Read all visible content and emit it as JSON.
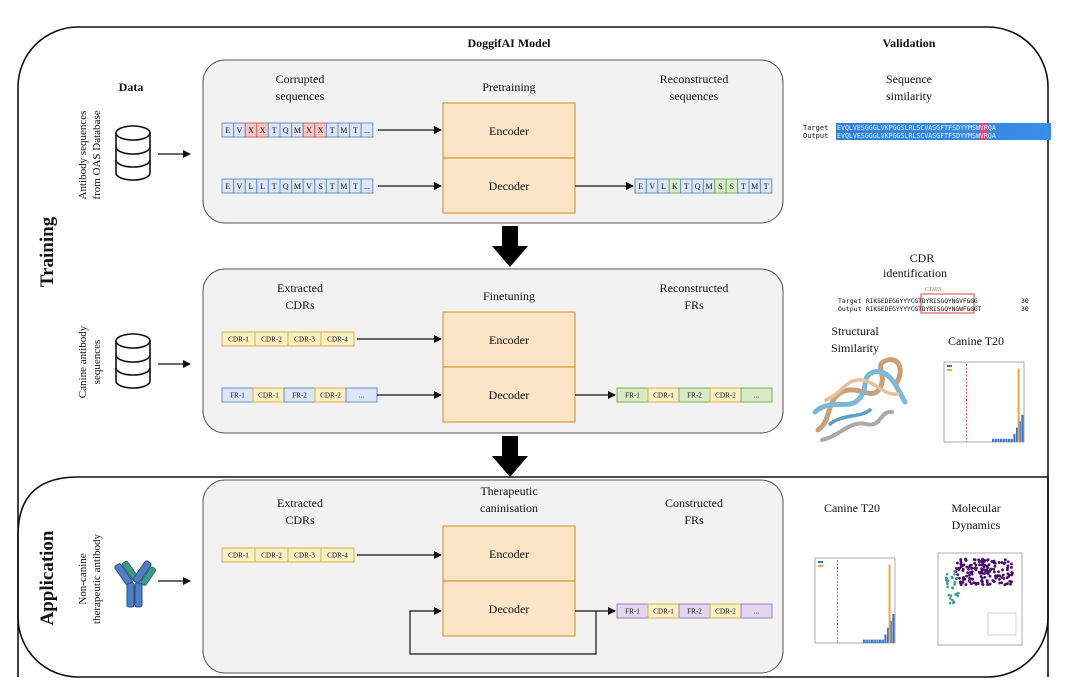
{
  "header": {
    "model_title": "DoggifAI Model",
    "validation_title": "Validation",
    "data_title": "Data"
  },
  "phases": {
    "training": "Training",
    "application": "Application"
  },
  "data_labels": {
    "oas": [
      "Antibody sequences",
      "from OAS Database"
    ],
    "canine": [
      "Canine antibody",
      "sequences"
    ],
    "noncanine": [
      "Non-canine",
      "therapeutic antibody"
    ]
  },
  "panels": {
    "pretraining": {
      "title": "Pretraining",
      "left_heading": [
        "Corrupted",
        "sequences"
      ],
      "right_heading": [
        "Reconstructed",
        "sequences"
      ],
      "encoder": "Encoder",
      "decoder": "Decoder",
      "input_masked": [
        "E",
        "V",
        "X",
        "X",
        "T",
        "Q",
        "M",
        "X",
        "X",
        "T",
        "M",
        "T",
        "..."
      ],
      "input_masked_flags": [
        0,
        0,
        1,
        1,
        0,
        0,
        0,
        1,
        1,
        0,
        0,
        0,
        0
      ],
      "input_plain": [
        "E",
        "V",
        "L",
        "L",
        "T",
        "Q",
        "M",
        "V",
        "S",
        "T",
        "M",
        "T",
        "..."
      ],
      "output": [
        "E",
        "V",
        "L",
        "K",
        "T",
        "Q",
        "M",
        "S",
        "S",
        "T",
        "M",
        "T"
      ],
      "output_flags": [
        0,
        0,
        0,
        1,
        0,
        0,
        0,
        1,
        1,
        0,
        0,
        0
      ]
    },
    "finetuning": {
      "title": "Finetuning",
      "left_heading": [
        "Extracted",
        "CDRs"
      ],
      "right_heading": [
        "Reconstructed",
        "FRs"
      ],
      "encoder": "Encoder",
      "decoder": "Decoder",
      "cdr_input": [
        "CDR-1",
        "CDR-2",
        "CDR-3",
        "CDR-4"
      ],
      "mixed_input": [
        "FR-1",
        "CDR-1",
        "FR-2",
        "CDR-2",
        "..."
      ],
      "output": [
        "FR-1",
        "CDR-1",
        "FR-2",
        "CDR-2",
        "..."
      ]
    },
    "caninisation": {
      "title": [
        "Therapeutic",
        "caninisation"
      ],
      "left_heading": [
        "Extracted",
        "CDRs"
      ],
      "right_heading": [
        "Constructed",
        "FRs"
      ],
      "encoder": "Encoder",
      "decoder": "Decoder",
      "cdr_input": [
        "CDR-1",
        "CDR-2",
        "CDR-3",
        "CDR-4"
      ],
      "output": [
        "FR-1",
        "CDR-1",
        "FR-2",
        "CDR-2",
        "..."
      ]
    }
  },
  "validation": {
    "seq_similarity": {
      "heading": [
        "Sequence",
        "similarity"
      ],
      "target_label": "Target",
      "output_label": "Output",
      "target_seq": "EVQLVESGGGLVKPGGSLRLSCVASGFTFSDYYMSWVRQA",
      "output_seq": "EVQLVESGGGLVKPGGSLRLSCVASGFTFSDYYMSWVRQA"
    },
    "cdr_identification": {
      "heading": [
        "CDR",
        "identification"
      ],
      "cdr_tag": "CDR3",
      "target_label": "Target",
      "output_label": "Output",
      "target_seq": "RIKSEDEGGYYYCGTDYRISGQYNGVFGGG",
      "output_seq": "RIKSEDEGYYYYCGTDYRISGQYNGWFGGGT",
      "target_num": "30",
      "output_num": "30"
    },
    "structural": {
      "heading": [
        "Structural",
        "Similarity"
      ]
    },
    "canine_t20_train": {
      "heading": "Canine T20"
    },
    "canine_t20_app": {
      "heading": "Canine T20"
    },
    "molecular": {
      "heading": [
        "Molecular",
        "Dynamics"
      ]
    }
  },
  "colors": {
    "panel_bg": "#f2f2f2",
    "encoder_fill": "#fce4c7",
    "encoder_stroke": "#d79b3b",
    "seq_blue": "#dbe7f7",
    "seq_blue_stroke": "#6d8fc4",
    "mask_red": "#f4c7c7",
    "changed_green": "#d6ebc6",
    "cdr_yellow": "#fbefc4",
    "fr_green": "#d6ebc6",
    "fr_purple": "#e1d6ee"
  }
}
